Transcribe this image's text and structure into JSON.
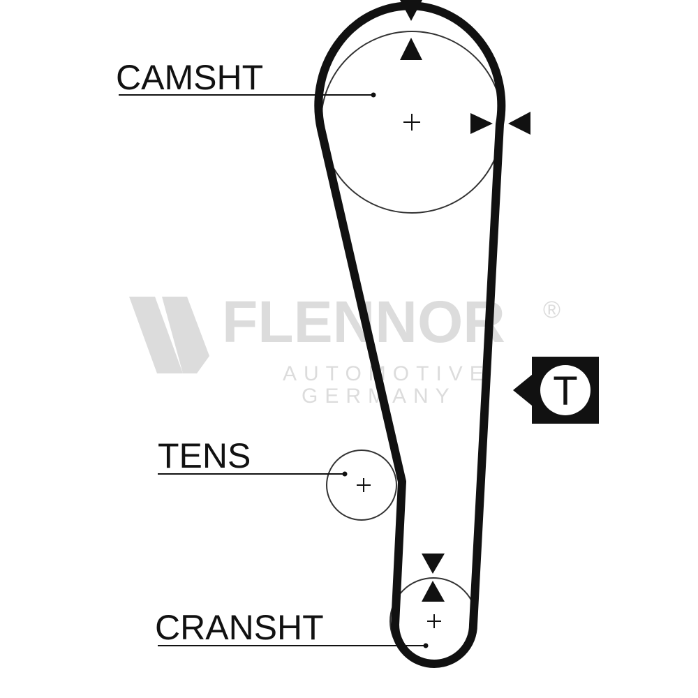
{
  "labels": {
    "camshaft": "CAMSHT",
    "tensioner": "TENS",
    "crankshaft": "CRANSHT"
  },
  "tension_marker": "T",
  "watermark": {
    "brand": "FLENNOR",
    "registered": "®",
    "line1": "AUTOMOTIVE",
    "line2": "GERMANY"
  },
  "colors": {
    "belt": "#111111",
    "pulley_outline": "#333333",
    "watermark": "#dcdcdc"
  }
}
